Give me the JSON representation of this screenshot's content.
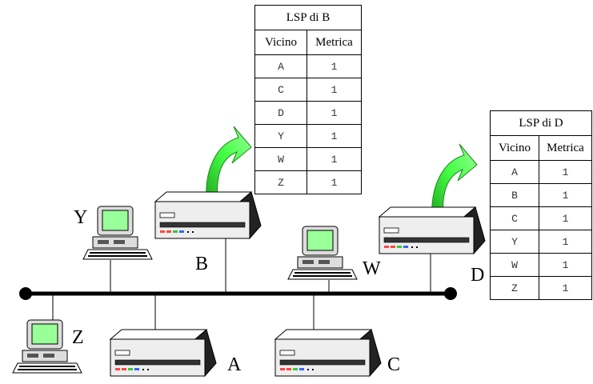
{
  "nodes": {
    "Y": "Y",
    "B": "B",
    "W": "W",
    "D": "D",
    "Z": "Z",
    "A": "A",
    "C": "C"
  },
  "lsp_b": {
    "title": "LSP di B",
    "col_neighbor": "Vicino",
    "col_metric": "Metrica",
    "rows": [
      {
        "neighbor": "A",
        "metric": "1"
      },
      {
        "neighbor": "C",
        "metric": "1"
      },
      {
        "neighbor": "D",
        "metric": "1"
      },
      {
        "neighbor": "Y",
        "metric": "1"
      },
      {
        "neighbor": "W",
        "metric": "1"
      },
      {
        "neighbor": "Z",
        "metric": "1"
      }
    ]
  },
  "lsp_d": {
    "title": "LSP di D",
    "col_neighbor": "Vicino",
    "col_metric": "Metrica",
    "rows": [
      {
        "neighbor": "A",
        "metric": "1"
      },
      {
        "neighbor": "B",
        "metric": "1"
      },
      {
        "neighbor": "C",
        "metric": "1"
      },
      {
        "neighbor": "Y",
        "metric": "1"
      },
      {
        "neighbor": "W",
        "metric": "1"
      },
      {
        "neighbor": "Z",
        "metric": "1"
      }
    ]
  },
  "colors": {
    "arrow_green": "#33ee33",
    "router_gray": "#cccccc",
    "screen_green": "#99ff99"
  }
}
